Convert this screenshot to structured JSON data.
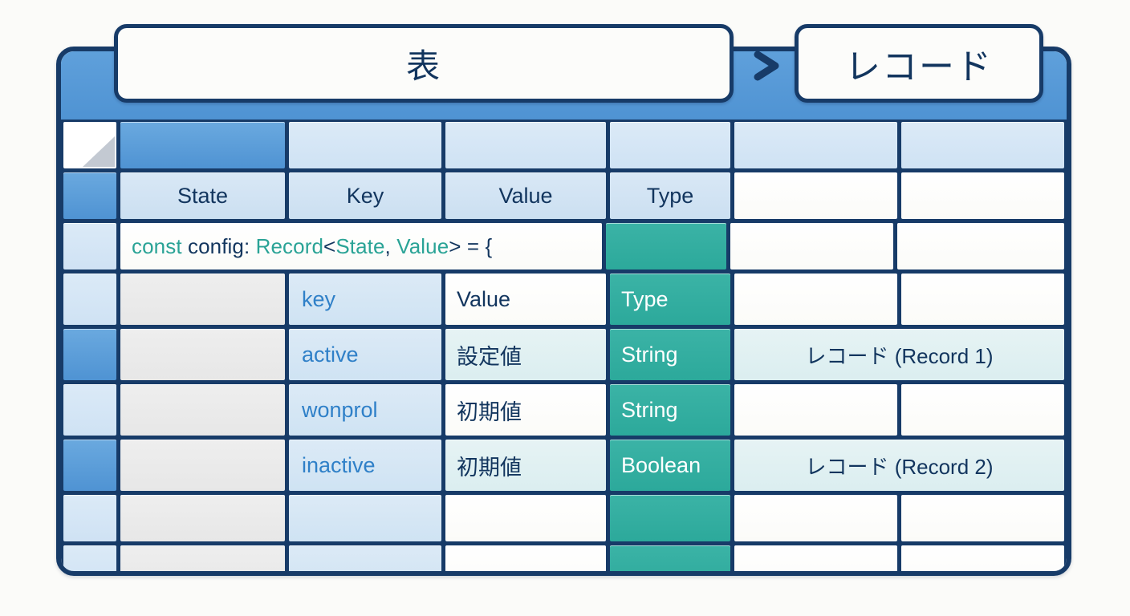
{
  "header": {
    "table_chip": "表",
    "record_chip": "レコード",
    "arrow_icon": "arrow-right-icon"
  },
  "colors": {
    "frame_border": "#173b68",
    "band_blue": "#4f93d3",
    "teal": "#2ca99b",
    "key_blue_text": "#2f80c8",
    "navy_text": "#12355e",
    "gray_cell": "#e7e7e7",
    "light_blue_cell": "#cfe2f4"
  },
  "table": {
    "column_headers": [
      "State",
      "Key",
      "Value",
      "Type"
    ],
    "code_line": {
      "tokens": [
        {
          "text": "const",
          "kw": true
        },
        {
          "text": " config: ",
          "kw": false
        },
        {
          "text": "Record",
          "kw": true
        },
        {
          "text": "<",
          "kw": false
        },
        {
          "text": "State",
          "kw": true
        },
        {
          "text": ", ",
          "kw": false
        },
        {
          "text": "Value",
          "kw": true
        },
        {
          "text": "> = {",
          "kw": false
        }
      ],
      "plain": "const config: Record<State, Value> = {"
    },
    "rows": [
      {
        "state": "",
        "key": "key",
        "value": "Value",
        "type": "Type",
        "record": ""
      },
      {
        "state": "",
        "key": "active",
        "value": "設定値",
        "type": "String",
        "record": "レコード (Record 1)"
      },
      {
        "state": "",
        "key": "wonprol",
        "value": "初期値",
        "type": "String",
        "record": ""
      },
      {
        "state": "",
        "key": "inactive",
        "value": "初期値",
        "type": "Boolean",
        "record": "レコード (Record 2)"
      },
      {
        "state": "",
        "key": "",
        "value": "",
        "type": "",
        "record": ""
      },
      {
        "state": "",
        "key": "",
        "value": "",
        "type": "",
        "record": ""
      }
    ]
  }
}
